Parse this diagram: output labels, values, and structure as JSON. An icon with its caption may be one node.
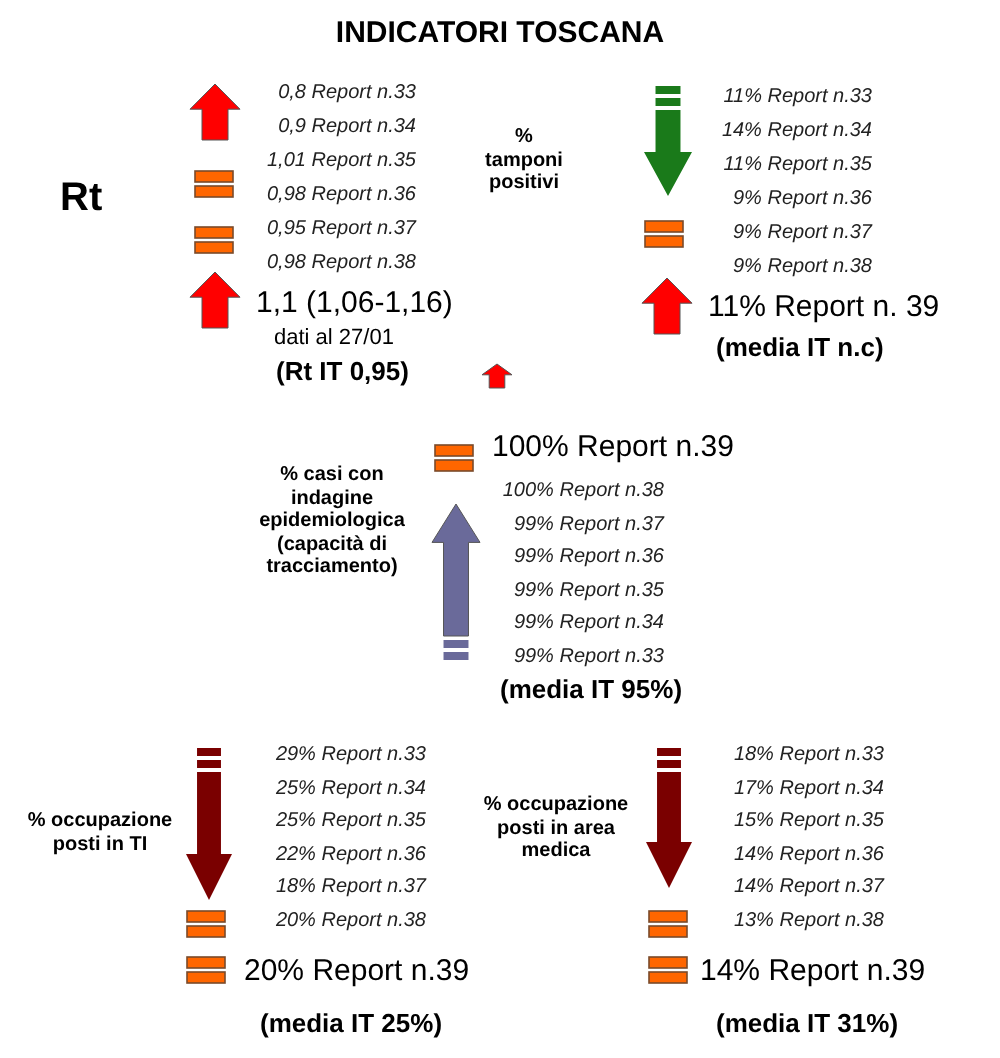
{
  "diagram": {
    "title": "INDICATORI TOSCANA",
    "labels": [
      "Rt",
      "0,8 Report n.33",
      "0,9 Report n.34",
      "1,01 Report n.35",
      "0,98 Report n.36",
      "0,95 Report n.37",
      "0,98 Report n.38",
      "1,1 (1,06-1,16)",
      "dati al 27/01",
      "(Rt IT 0,95)",
      "% tamponi positivi",
      "11% Report n.33",
      "14% Report n.34",
      "11% Report n.35",
      "9% Report n.36",
      "9% Report n.37",
      "9% Report n.38",
      "11% Report n. 39",
      "(media IT n.c)",
      "% casi con indagine epidemiologica (capacità di tracciamento)",
      "100% Report n.39",
      "100% Report n.38",
      "99% Report n.37",
      "99% Report n.36",
      "99% Report n.35",
      "99% Report n.34",
      "99% Report n.33",
      "(media IT 95%)",
      "% occupazione posti in TI",
      "29% Report n.33",
      "25% Report n.34",
      "25% Report n.35",
      "22% Report n.36",
      "18% Report n.37",
      "20% Report n.38",
      "20% Report n.39",
      "(media IT 25%)",
      "% occupazione posti in area medica",
      "18% Report n.33",
      "17% Report n.34",
      "15% Report n.35",
      "14% Report n.36",
      "14% Report n.37",
      "13% Report n.38",
      "14% Report n.39",
      "(media IT 31%)"
    ]
  }
}
